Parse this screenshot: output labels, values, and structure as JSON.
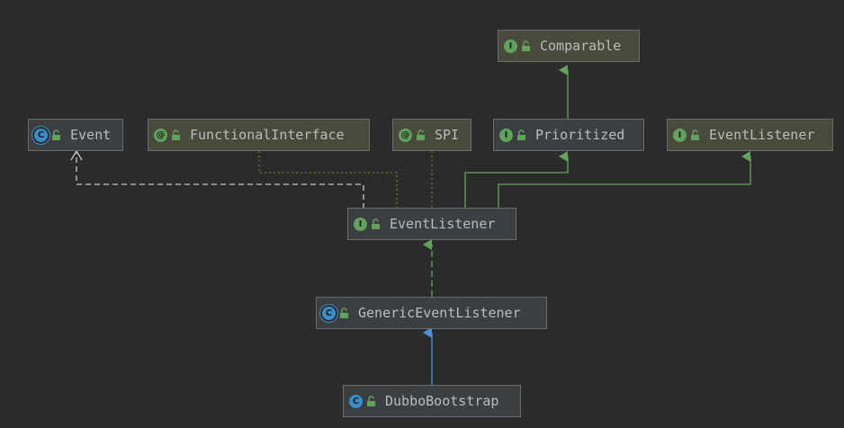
{
  "nodes": {
    "comparable": {
      "label": "Comparable",
      "badge": "I",
      "kind": "interface"
    },
    "event": {
      "label": "Event",
      "badge": "C",
      "kind": "abstract-class"
    },
    "functional_interface": {
      "label": "FunctionalInterface",
      "badge": "@",
      "kind": "annotation"
    },
    "spi": {
      "label": "SPI",
      "badge": "@",
      "kind": "annotation"
    },
    "prioritized": {
      "label": "Prioritized",
      "badge": "I",
      "kind": "interface"
    },
    "event_listener_java": {
      "label": "EventListener",
      "badge": "I",
      "kind": "interface"
    },
    "event_listener": {
      "label": "EventListener",
      "badge": "I",
      "kind": "interface"
    },
    "generic_event_listener": {
      "label": "GenericEventListener",
      "badge": "C",
      "kind": "abstract-class"
    },
    "dubbo_bootstrap": {
      "label": "DubboBootstrap",
      "badge": "C",
      "kind": "class"
    }
  },
  "colors": {
    "background": "#2b2b2b",
    "extends_interface": "#62a35c",
    "extends_class": "#4a90e2",
    "dependency": "#bbbbbb",
    "annotation_link": "#7a7a3c"
  },
  "icons": {
    "badge_interface": "interface-badge-icon",
    "badge_annotation": "annotation-badge-icon",
    "badge_class": "class-badge-icon",
    "access": "lock-open-icon"
  }
}
